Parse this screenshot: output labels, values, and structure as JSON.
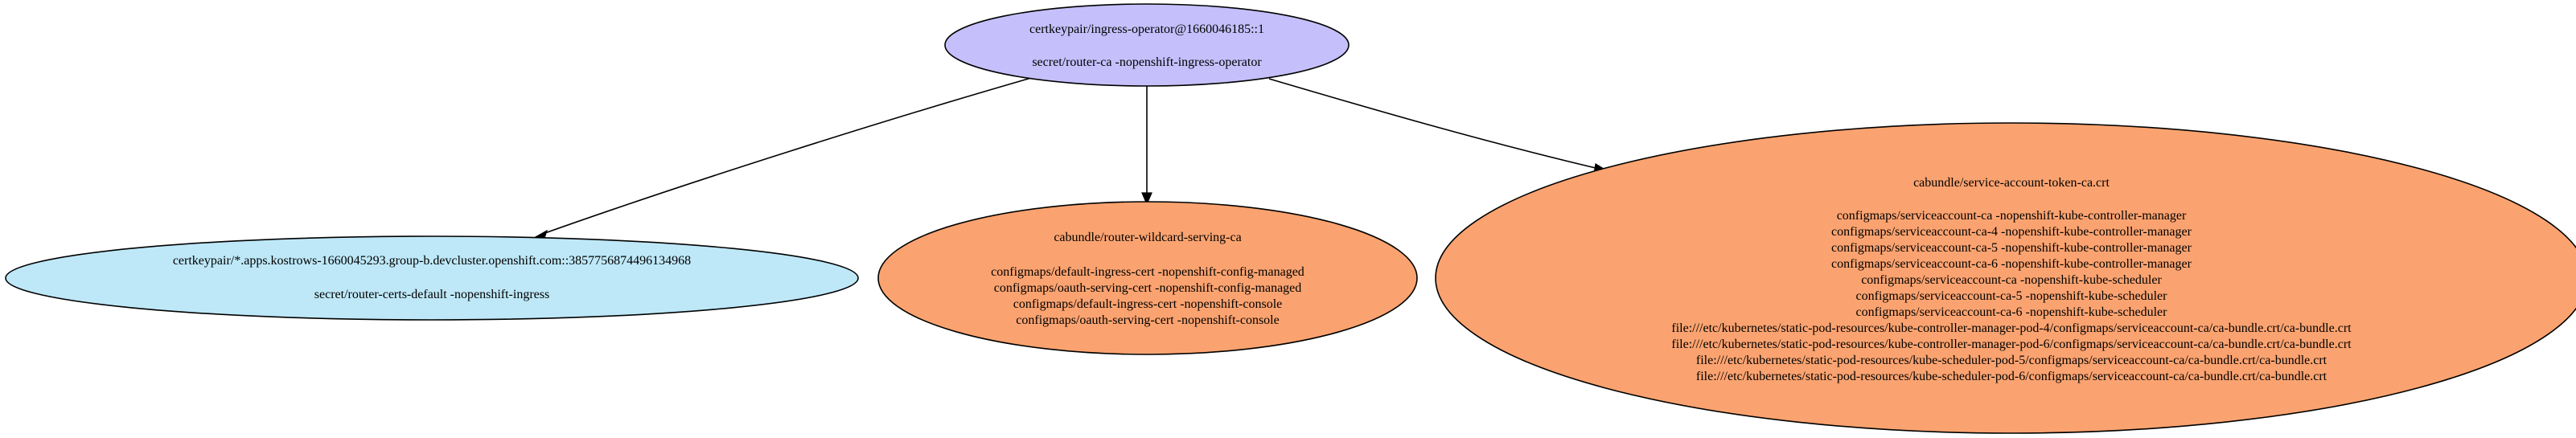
{
  "colors": {
    "root_fill": "#c5c0fb",
    "signer_leaf_fill": "#bee8f8",
    "cabundle_fill": "#fba370"
  },
  "nodes": {
    "root": {
      "title": "certkeypair/ingress-operator@1660046185::1",
      "subtitle": "secret/router-ca -nopenshift-ingress-operator"
    },
    "router_certs": {
      "title": "certkeypair/*.apps.kostrows-1660045293.group-b.devcluster.openshift.com::3857756874496134968",
      "subtitle": "secret/router-certs-default -nopenshift-ingress"
    },
    "wildcard_ca": {
      "title": "cabundle/router-wildcard-serving-ca",
      "lines": [
        "configmaps/default-ingress-cert -nopenshift-config-managed",
        "configmaps/oauth-serving-cert -nopenshift-config-managed",
        "configmaps/default-ingress-cert -nopenshift-console",
        "configmaps/oauth-serving-cert -nopenshift-console"
      ]
    },
    "sa_token_ca": {
      "title": "cabundle/service-account-token-ca.crt",
      "lines": [
        "configmaps/serviceaccount-ca -nopenshift-kube-controller-manager",
        "configmaps/serviceaccount-ca-4 -nopenshift-kube-controller-manager",
        "configmaps/serviceaccount-ca-5 -nopenshift-kube-controller-manager",
        "configmaps/serviceaccount-ca-6 -nopenshift-kube-controller-manager",
        "configmaps/serviceaccount-ca -nopenshift-kube-scheduler",
        "configmaps/serviceaccount-ca-5 -nopenshift-kube-scheduler",
        "configmaps/serviceaccount-ca-6 -nopenshift-kube-scheduler",
        "file:///etc/kubernetes/static-pod-resources/kube-controller-manager-pod-4/configmaps/serviceaccount-ca/ca-bundle.crt/ca-bundle.crt",
        "file:///etc/kubernetes/static-pod-resources/kube-controller-manager-pod-6/configmaps/serviceaccount-ca/ca-bundle.crt/ca-bundle.crt",
        "file:///etc/kubernetes/static-pod-resources/kube-scheduler-pod-5/configmaps/serviceaccount-ca/ca-bundle.crt/ca-bundle.crt",
        "file:///etc/kubernetes/static-pod-resources/kube-scheduler-pod-6/configmaps/serviceaccount-ca/ca-bundle.crt/ca-bundle.crt"
      ]
    }
  }
}
